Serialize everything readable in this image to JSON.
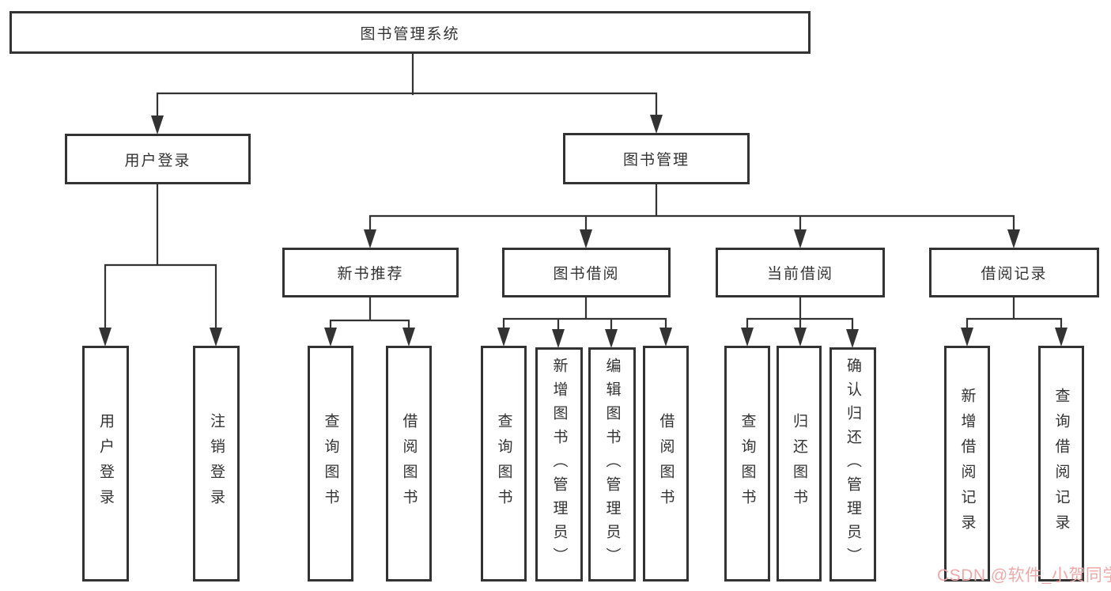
{
  "colors": {
    "line": "#333333",
    "text": "#333333",
    "background": "#ffffff",
    "watermark": "#efa8a8"
  },
  "tree": {
    "root": {
      "label": "图书管理系统"
    },
    "branches": [
      {
        "label": "用户登录",
        "children": [
          {
            "label": "用户登录"
          },
          {
            "label": "注销登录"
          }
        ]
      },
      {
        "label": "图书管理",
        "children": [
          {
            "label": "新书推荐",
            "children": [
              {
                "label": "查询图书"
              },
              {
                "label": "借阅图书"
              }
            ]
          },
          {
            "label": "图书借阅",
            "children": [
              {
                "label": "查询图书"
              },
              {
                "label": "新增图书（管理员）"
              },
              {
                "label": "编辑图书（管理员）"
              },
              {
                "label": "借阅图书"
              }
            ]
          },
          {
            "label": "当前借阅",
            "children": [
              {
                "label": "查询图书"
              },
              {
                "label": "归还图书"
              },
              {
                "label": "确认归还（管理员）"
              }
            ]
          },
          {
            "label": "借阅记录",
            "children": [
              {
                "label": "新增借阅记录"
              },
              {
                "label": "查询借阅记录"
              }
            ]
          }
        ]
      }
    ]
  },
  "watermark": {
    "text": "CSDN @软件_小贺同学"
  }
}
